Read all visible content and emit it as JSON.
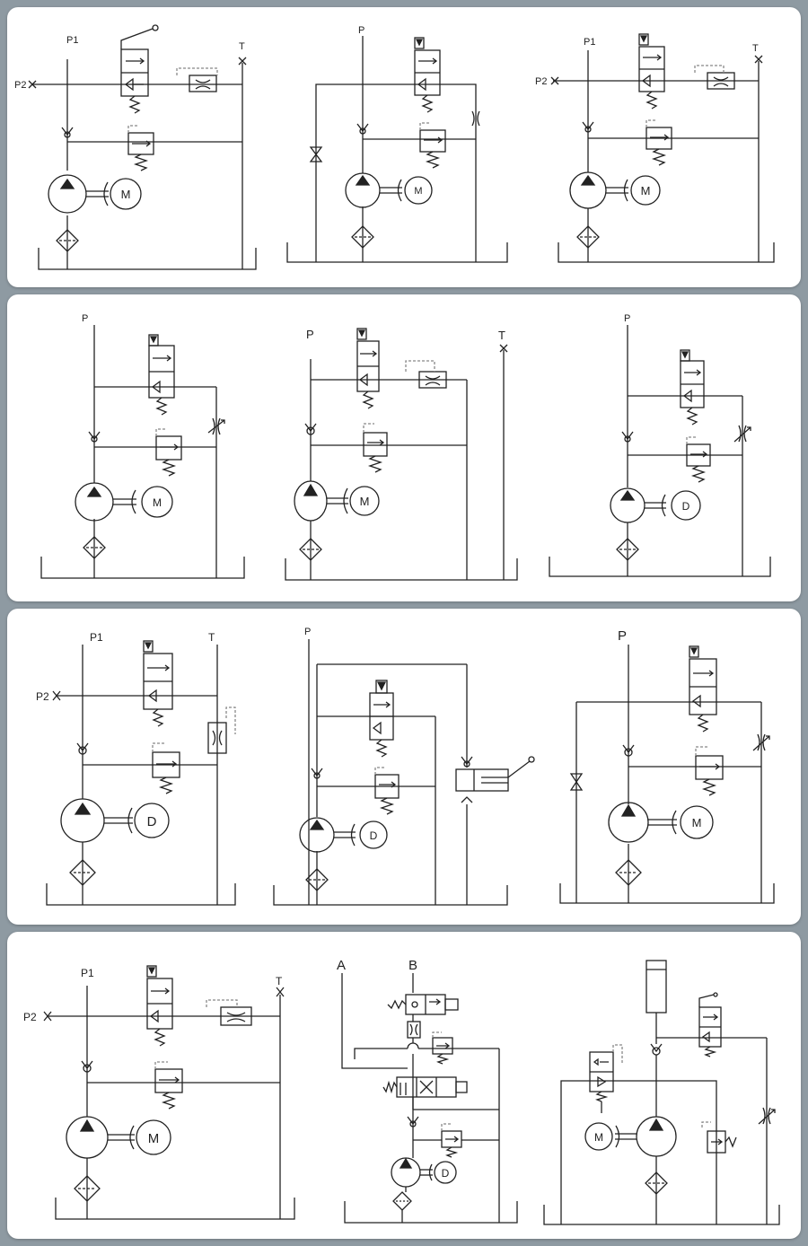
{
  "colors": {
    "background": "#8e9aa2",
    "panel": "#ffffff",
    "line": "#222222",
    "pilot": "#888888"
  },
  "diagrams": [
    {
      "labels": [
        "P1",
        "P2",
        "T"
      ],
      "motor": "M"
    },
    {
      "labels": [
        "P"
      ],
      "motor": "M"
    },
    {
      "labels": [
        "P1",
        "P2",
        "T"
      ],
      "motor": "M"
    },
    {
      "labels": [
        "P"
      ],
      "motor": "M"
    },
    {
      "labels": [
        "P",
        "T"
      ],
      "motor": "M"
    },
    {
      "labels": [
        "P"
      ],
      "motor": "D"
    },
    {
      "labels": [
        "P1",
        "P2",
        "T"
      ],
      "motor": "D"
    },
    {
      "labels": [
        "P"
      ],
      "motor": "D"
    },
    {
      "labels": [
        "P"
      ],
      "motor": "M"
    },
    {
      "labels": [
        "P1",
        "P2",
        "T"
      ],
      "motor": "M"
    },
    {
      "labels": [
        "A",
        "B"
      ],
      "motor": "D"
    },
    {
      "labels": [],
      "motor": "M"
    }
  ]
}
